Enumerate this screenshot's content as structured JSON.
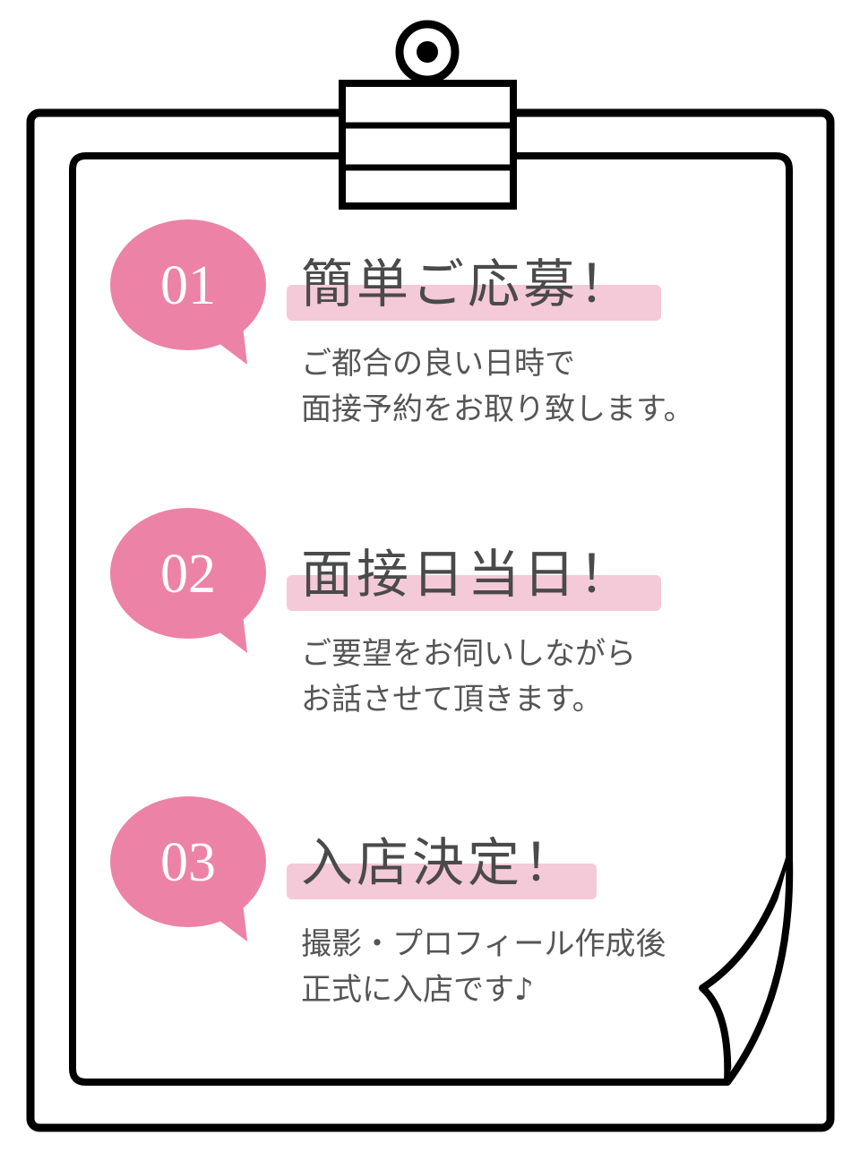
{
  "colors": {
    "accent": "#ec82a6",
    "highlight": "#f4c9d8",
    "text": "#555555",
    "outline": "#000000"
  },
  "steps": [
    {
      "number": "01",
      "title": "簡単ご応募！",
      "lines": [
        "ご都合の良い日時で",
        "面接予約をお取り致します。"
      ]
    },
    {
      "number": "02",
      "title": "面接日当日！",
      "lines": [
        "ご要望をお伺いしながら",
        "お話させて頂きます。"
      ]
    },
    {
      "number": "03",
      "title": "入店決定！",
      "lines": [
        "撮影・プロフィール作成後",
        "正式に入店です♪"
      ]
    }
  ]
}
